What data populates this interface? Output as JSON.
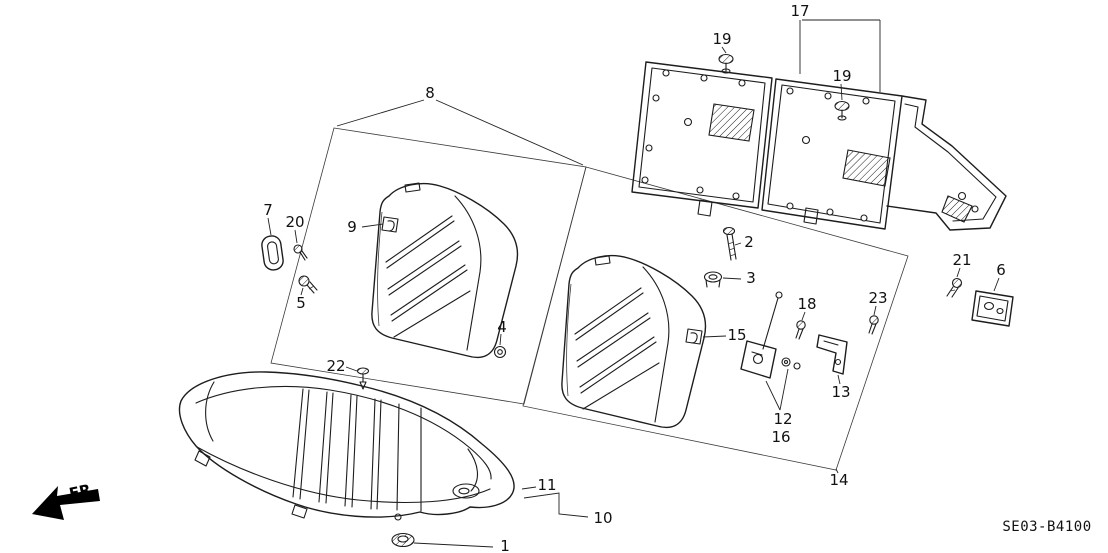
{
  "diagram": {
    "code": "SE03-B4100",
    "fr_label": "FR.",
    "callouts": [
      {
        "id": "c17",
        "label": "17"
      },
      {
        "id": "c19a",
        "label": "19"
      },
      {
        "id": "c19b",
        "label": "19"
      },
      {
        "id": "c8",
        "label": "8"
      },
      {
        "id": "c7",
        "label": "7"
      },
      {
        "id": "c20",
        "label": "20"
      },
      {
        "id": "c9",
        "label": "9"
      },
      {
        "id": "c2",
        "label": "2"
      },
      {
        "id": "c3",
        "label": "3"
      },
      {
        "id": "c21",
        "label": "21"
      },
      {
        "id": "c6",
        "label": "6"
      },
      {
        "id": "c5",
        "label": "5"
      },
      {
        "id": "c18",
        "label": "18"
      },
      {
        "id": "c23",
        "label": "23"
      },
      {
        "id": "c4",
        "label": "4"
      },
      {
        "id": "c15",
        "label": "15"
      },
      {
        "id": "c22",
        "label": "22"
      },
      {
        "id": "c13",
        "label": "13"
      },
      {
        "id": "c12",
        "label": "12"
      },
      {
        "id": "c16",
        "label": "16"
      },
      {
        "id": "c14",
        "label": "14"
      },
      {
        "id": "c11",
        "label": "11"
      },
      {
        "id": "c10",
        "label": "10"
      },
      {
        "id": "c1",
        "label": "1"
      }
    ]
  }
}
